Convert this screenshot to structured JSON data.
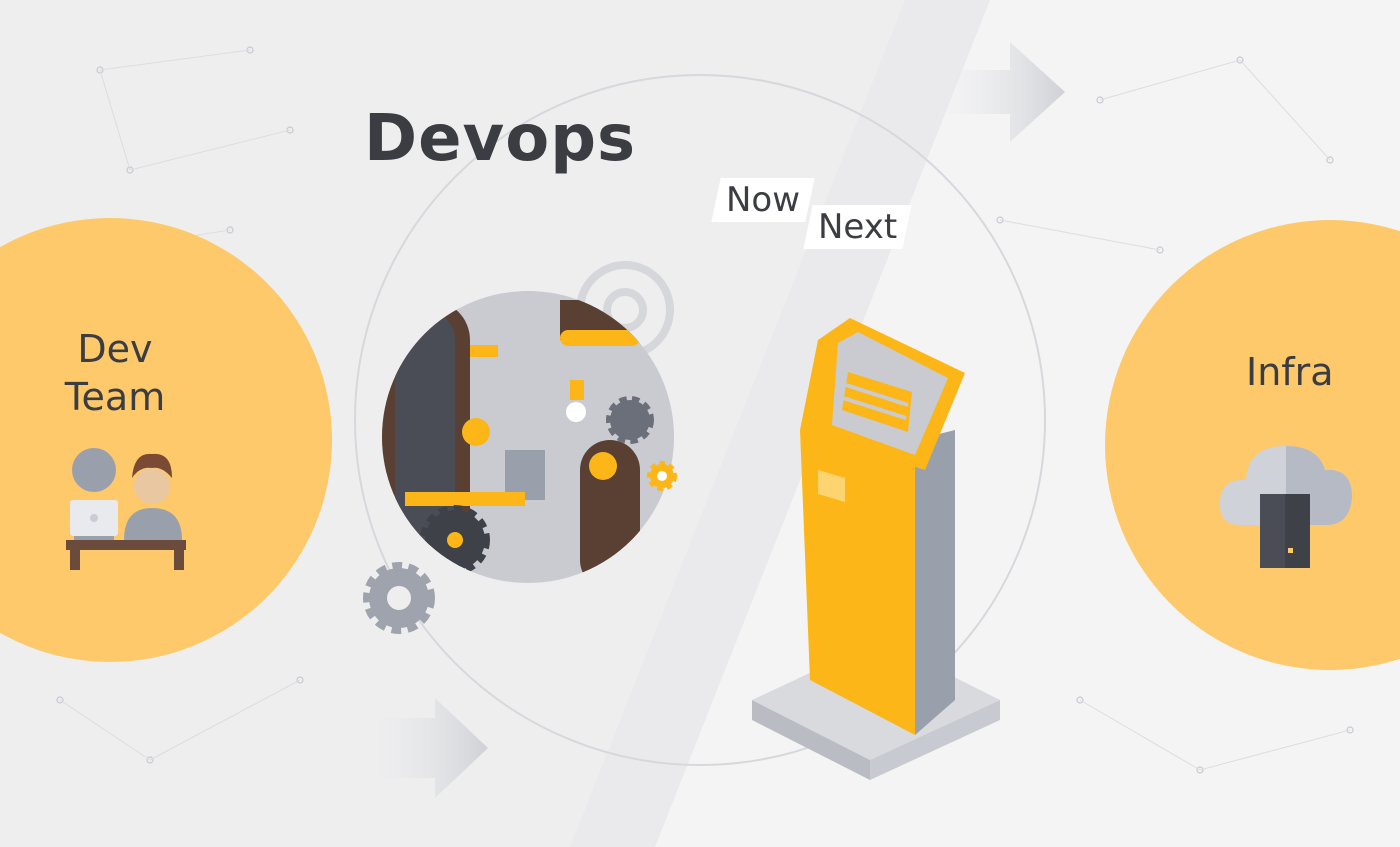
{
  "title": "Devops",
  "tags": {
    "now": "Now",
    "next": "Next"
  },
  "dev_team": {
    "line1": "Dev",
    "line2": "Team"
  },
  "infra": "Infra",
  "colors": {
    "yellow": "#fdc96b",
    "kiosk_yellow": "#fcb618",
    "dark_gray": "#4a4d55",
    "gray": "#9aa0ab",
    "brown": "#6b4b3b",
    "background": "#eeeeef"
  },
  "icons": [
    "arrow-right-icon",
    "gear-icon",
    "machinery-illustration",
    "kiosk-illustration",
    "developer-icon",
    "cloud-server-icon"
  ]
}
